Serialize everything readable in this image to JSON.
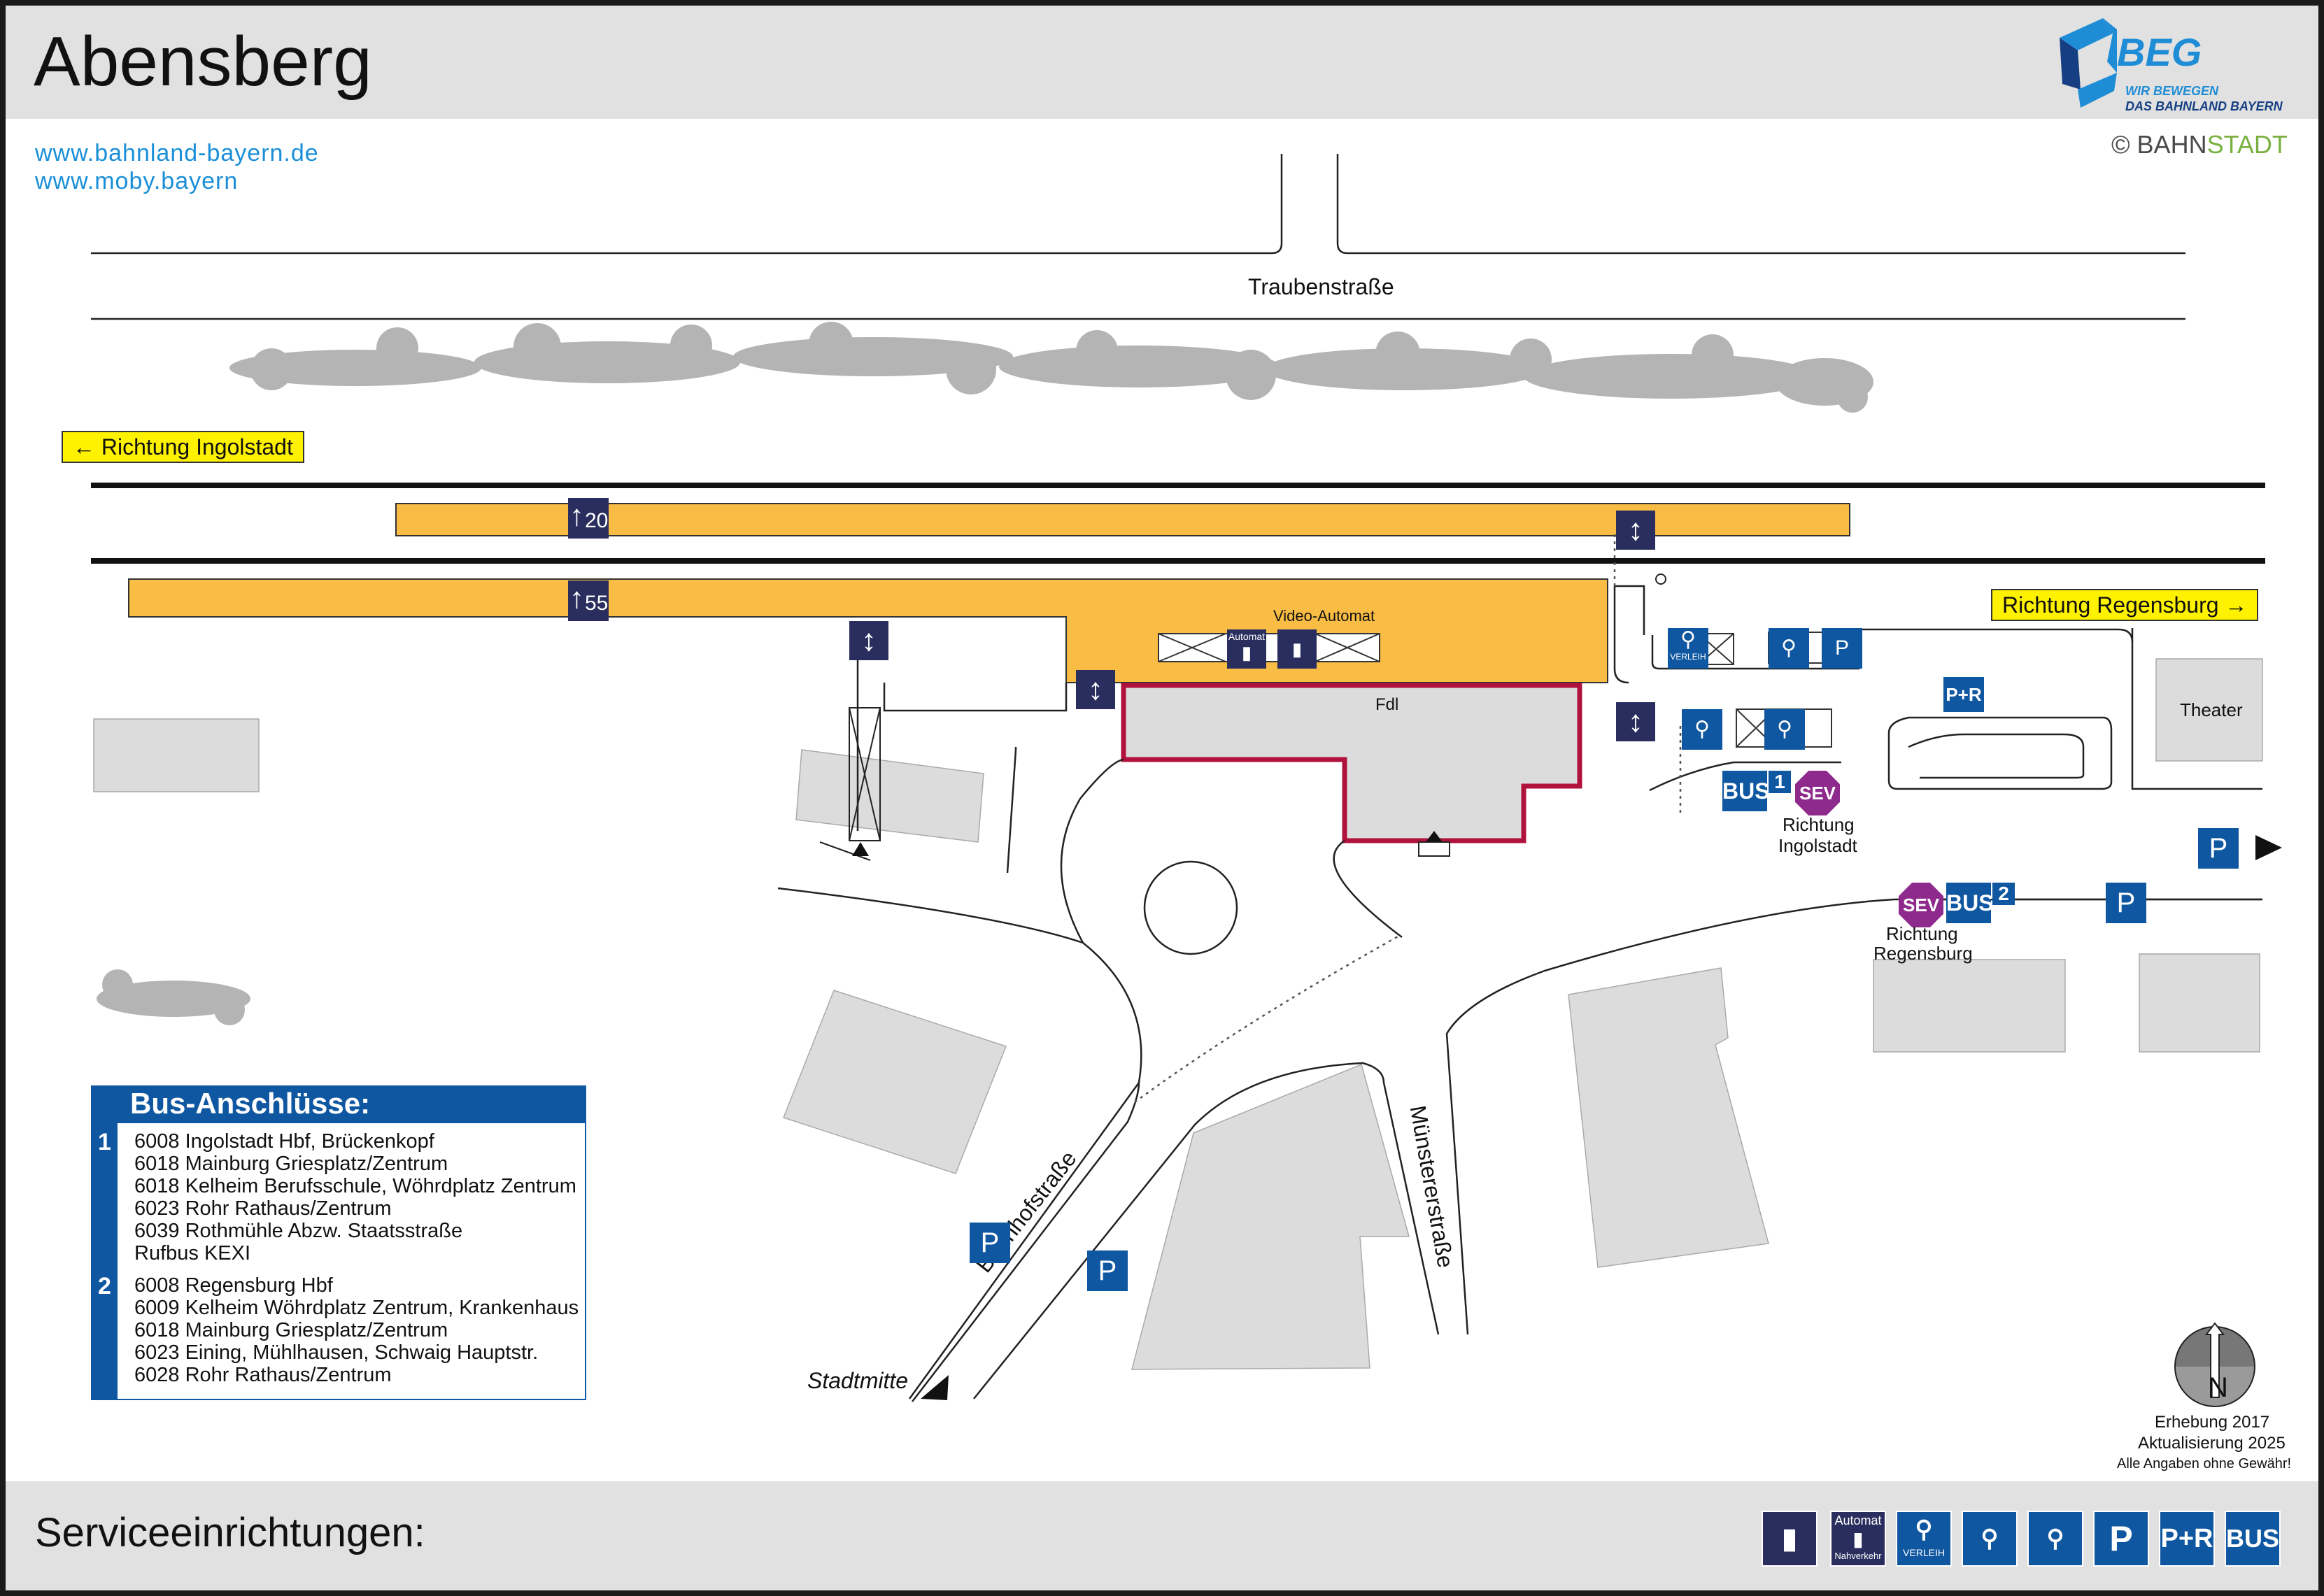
{
  "header": {
    "title": "Abensberg",
    "brand": "BEG",
    "brand_tagline_1": "WIR BEWEGEN",
    "brand_tagline_2": "DAS BAHNLAND BAYERN",
    "link_1": "www.bahnland-bayern.de",
    "link_2": "www.moby.bayern",
    "copyright_symbol": "©",
    "copyright_bahn": "BAHN",
    "copyright_stadt": "STADT"
  },
  "map": {
    "street_top": "Traubenstraße",
    "street_bahnhof": "Bahnhofstraße",
    "street_muenster": "Münstererstraße",
    "stadtmitte": "Stadtmitte",
    "direction_left": "← Richtung Ingolstadt",
    "direction_right": "Richtung Regensburg →",
    "platform_top": "20",
    "platform_bottom": "55",
    "video_automat": "Video-Automat",
    "automat_small": "Automat",
    "fdl": "Fdl",
    "theater": "Theater",
    "bus1_label": "BUS",
    "bus1_num": "1",
    "bus2_label": "BUS",
    "bus2_num": "2",
    "sev": "SEV",
    "stop1_dir_1": "Richtung",
    "stop1_dir_2": "Ingolstadt",
    "stop2_dir_1": "Richtung",
    "stop2_dir_2": "Regensburg",
    "parking": "P",
    "park_ride": "P+R",
    "verleih": "VERLEIH",
    "north": "N"
  },
  "colors": {
    "platform": "#f9bc45",
    "service_blue": "#0f57a0",
    "navy": "#2a2e5e",
    "sev_purple": "#8e2a8c",
    "building": "#dcdcdc",
    "station_outline": "#b0123c",
    "direction_yellow": "#fff200",
    "vegetation": "#b4b4b4"
  },
  "bus_connections": {
    "title": "Bus-Anschlüsse:",
    "groups": [
      {
        "number": "1",
        "lines": [
          "6008 Ingolstadt Hbf, Brückenkopf",
          "6018 Mainburg Griesplatz/Zentrum",
          "6018 Kelheim Berufsschule, Wöhrdplatz Zentrum",
          "6023 Rohr Rathaus/Zentrum",
          "6039 Rothmühle Abzw. Staatsstraße",
          "Rufbus KEXI"
        ]
      },
      {
        "number": "2",
        "lines": [
          "6008 Regensburg Hbf",
          "6009 Kelheim Wöhrdplatz Zentrum, Krankenhaus",
          "6018 Mainburg Griesplatz/Zentrum",
          "6023 Eining, Mühlhausen, Schwaig Hauptstr.",
          "6028 Rohr Rathaus/Zentrum"
        ]
      }
    ]
  },
  "notes": {
    "survey": "Erhebung 2017",
    "update": "Aktualisierung 2025",
    "disclaimer": "Alle Angaben ohne Gewähr!"
  },
  "footer": {
    "title": "Serviceeinrichtungen:",
    "legend": {
      "ticket_machine": "ticket-machine-icon",
      "automat_label": "Automat",
      "nahverkehr_label": "Nahverkehr",
      "bike_rental": "bike-rental-icon",
      "verleih_label": "VERLEIH",
      "bike_box": "bike-box-icon",
      "bike_parking": "bike-parking-icon",
      "parking": "P",
      "park_ride": "P+R",
      "bus": "BUS"
    }
  }
}
